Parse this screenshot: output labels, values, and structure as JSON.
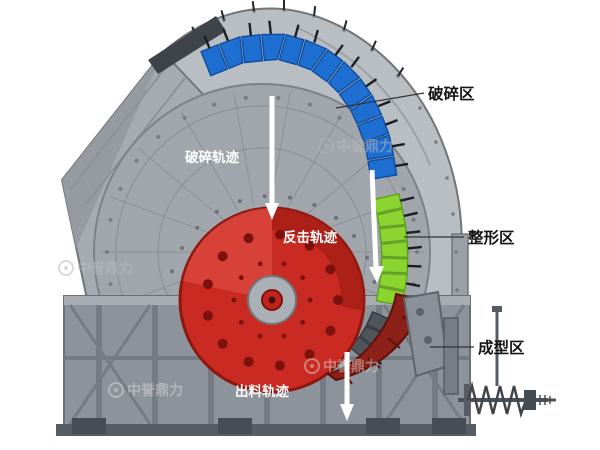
{
  "diagram": {
    "zone_labels": [
      {
        "text": "破碎区"
      },
      {
        "text": "整形区"
      },
      {
        "text": "成型区"
      }
    ],
    "trajectory_labels": [
      {
        "text": "破碎轨迹"
      },
      {
        "text": "反击轨迹"
      },
      {
        "text": "出料轨迹"
      }
    ],
    "watermark_text": "中誉鼎力",
    "colors": {
      "crushing_zone": "#1f6fd2",
      "crushing_zone_dark": "#0d4da0",
      "shaping_zone": "#8bd430",
      "shaping_zone_dark": "#5f9f1c",
      "forming_band": "#4f555b",
      "forming_band_dark": "#33383d",
      "rotor_red": "#c92a21",
      "rotor_dark": "#9e1d16",
      "rotor_bolt": "#7c120e",
      "grate_maroon": "#8c211a",
      "spike": "#1c1f22",
      "watermark": "#bdbdbd"
    }
  }
}
